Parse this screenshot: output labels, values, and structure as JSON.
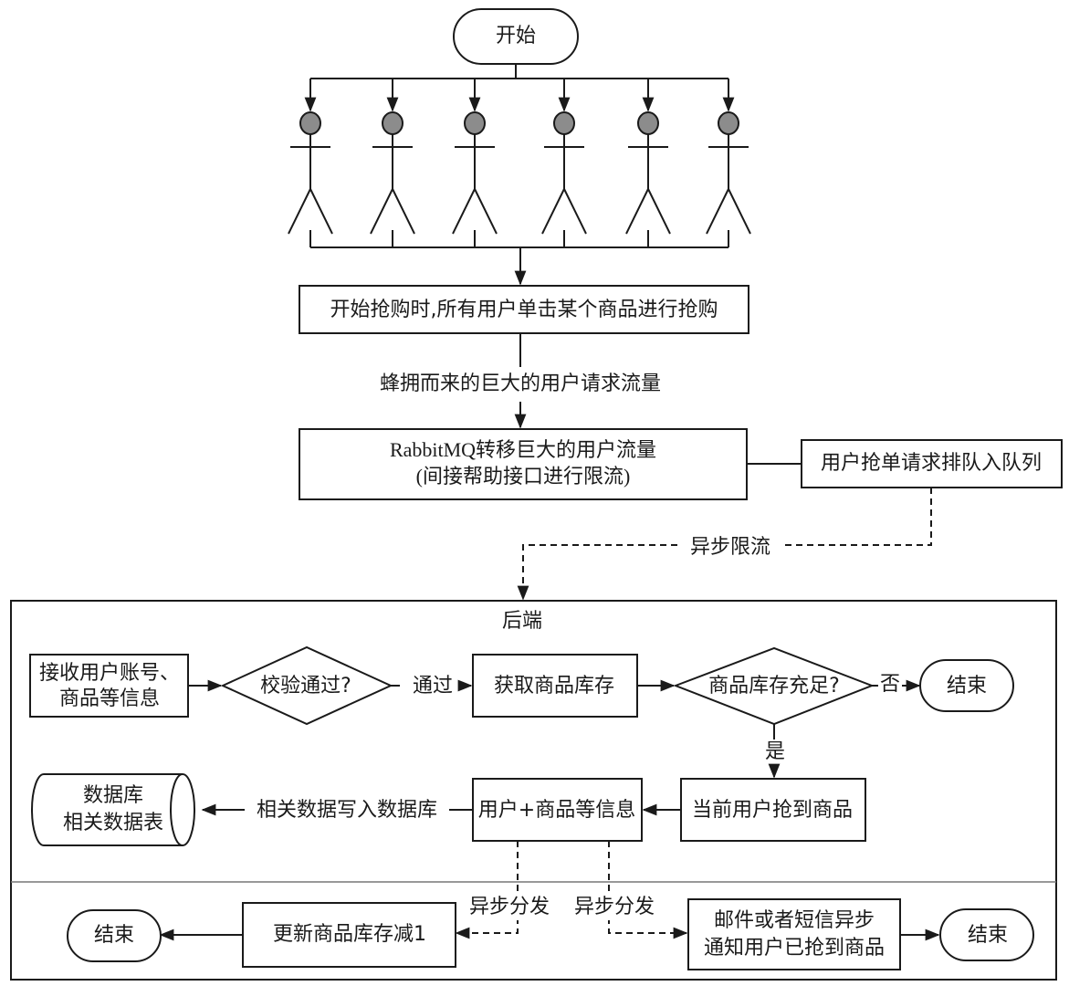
{
  "diagram": {
    "start": {
      "label": "开始"
    },
    "users": {
      "count": 6,
      "head_color": "#8c8c8c"
    },
    "step1": {
      "label": "开始抢购时,所有用户单击某个商品进行抢购"
    },
    "edge_traffic": {
      "label": "蜂拥而来的巨大的用户请求流量"
    },
    "step2": {
      "line1": "RabbitMQ转移巨大的用户流量",
      "line2": "(间接帮助接口进行限流)"
    },
    "queue": {
      "label": "用户抢单请求排队入队列"
    },
    "edge_async_limit": {
      "label": "异步限流"
    },
    "backend": {
      "title": "后端",
      "receive": {
        "line1": "接收用户账号、",
        "line2": "商品等信息"
      },
      "verify": {
        "label": "校验通过?"
      },
      "edge_pass": {
        "label": "通过"
      },
      "get_stock": {
        "label": "获取商品库存"
      },
      "stock_check": {
        "label": "商品库存充足?"
      },
      "edge_no": {
        "label": "否"
      },
      "end_top": {
        "label": "结束"
      },
      "edge_yes": {
        "label": "是"
      },
      "got_item": {
        "label": "当前用户抢到商品"
      },
      "user_item_info": {
        "label": "用户+商品等信息"
      },
      "edge_write_db": {
        "label": "相关数据写入数据库"
      },
      "database": {
        "line1": "数据库",
        "line2": "相关数据表"
      },
      "edge_dispatch_left": {
        "label": "异步分发"
      },
      "edge_dispatch_right": {
        "label": "异步分发"
      },
      "update_stock": {
        "label": "更新商品库存减1"
      },
      "end_left": {
        "label": "结束"
      },
      "notify": {
        "line1": "邮件或者短信异步",
        "line2": "通知用户已抢到商品"
      },
      "end_right": {
        "label": "结束"
      }
    }
  }
}
